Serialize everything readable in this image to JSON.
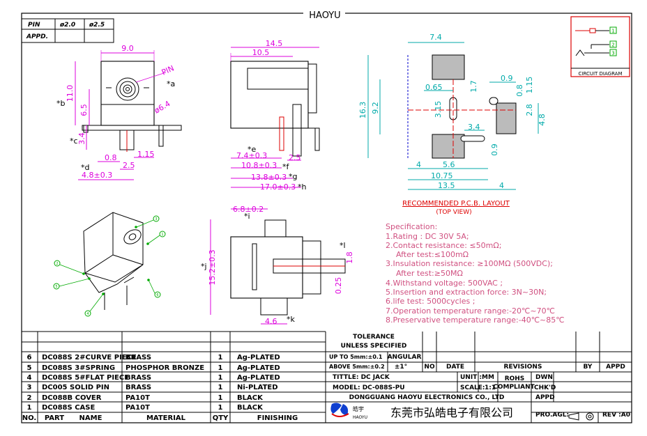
{
  "header": {
    "brand": "HAOYU"
  },
  "pin_table": {
    "pin_label": "PIN",
    "col1": "ø2.0",
    "col2": "ø2.5",
    "appd_label": "APPD."
  },
  "circuit": {
    "label": "CIRCUIT DIAGRAM",
    "pin1": "1",
    "pin2": "2",
    "pin3": "3"
  },
  "front_view": {
    "dim_width": "9.0",
    "dim_height": "11.0",
    "dim_center": "6.5",
    "dim_pin_len": "3.4",
    "dim_dia": "ø6.4",
    "pin_label": "PIN",
    "mark_a": "*a",
    "mark_b": "*b",
    "mark_c": "*c",
    "mark_d": "*d",
    "dim_0_8": "0.8",
    "dim_1_15": "1.15",
    "dim_2_5": "2.5",
    "dim_4_8": "4.8±0.3"
  },
  "side_view": {
    "dim_14_5": "14.5",
    "dim_10_5": "10.5",
    "mark_e": "*e",
    "dim_7_4": "7.4±0.3",
    "dim_2_5": "2.5",
    "dim_10_8": "10.8±0.3",
    "mark_f": "*f",
    "dim_13_8": "13.8±0.3",
    "mark_g": "*g",
    "dim_17_0": "17.0±0.3",
    "mark_h": "*h"
  },
  "pcb": {
    "dim_7_4": "7.4",
    "dim_16_3": "16.3",
    "dim_9_2": "9.2",
    "dim_0_65": "0.65",
    "dim_3_15": "3.15",
    "dim_1_7": "1.7",
    "dim_0_9_top": "0.9",
    "dim_0_8": "0.8",
    "dim_1_15": "1.15",
    "dim_2_8": "2.8",
    "dim_4_8": "4.8",
    "dim_3_4": "3.4",
    "dim_0_9_side": "0.9",
    "dim_4_left": "4",
    "dim_5_6": "5.6",
    "dim_10_75": "10.75",
    "dim_13_5": "13.5",
    "dim_4_right": "4",
    "caption": "RECOMMENDED P.C.B. LAYOUT",
    "subcaption": "(TOP VIEW)"
  },
  "iso": {
    "label_1": "1",
    "label_2": "2",
    "label_3": "3",
    "label_4": "4",
    "label_5": "5",
    "label_6": "6"
  },
  "bottom_view": {
    "dim_6_8": "6.8±0.2",
    "mark_i": "*i",
    "dim_15_2": "15.2±0.3",
    "mark_j": "*j",
    "dim_1_8": "1.8",
    "mark_l": "*l",
    "dim_0_25": "0.25",
    "dim_4_6": "4.6",
    "mark_k": "*k"
  },
  "spec": {
    "title": "Specification:",
    "lines": [
      "1.Rating : DC 30V 5A;",
      "2.Contact resistance: ≤50mΩ;",
      "After test:≤100mΩ",
      "3.Insulation resistance: ≥100MΩ (500VDC);",
      "After test:≥50MΩ",
      "4.Withstand voltage: 500VAC ;",
      "5.Insertion and extraction force: 3N~30N;",
      "6.life test: 5000cycles ;",
      "7.Operation temperature range:-20℃~70℃",
      "8.Preservative temperature range:-40℃~85℃"
    ]
  },
  "bom": {
    "header": {
      "no": "NO.",
      "part": "PART",
      "name": "NAME",
      "material": "MATERIAL",
      "qty": "QTY",
      "finishing": "FINISHING"
    },
    "rows": [
      {
        "no": "6",
        "part": "DC088S 2#CURVE PIECE",
        "material": "BRASS",
        "qty": "1",
        "finishing": "Ag-PLATED"
      },
      {
        "no": "5",
        "part": "DC088S 3#SPRING",
        "material": "PHOSPHOR BRONZE",
        "qty": "1",
        "finishing": "Ag-PLATED"
      },
      {
        "no": "4",
        "part": "DC088S 5#FLAT PIECE",
        "material": "BRASS",
        "qty": "1",
        "finishing": "Ag-PLATED"
      },
      {
        "no": "3",
        "part": "DC005 SOLID PIN",
        "material": "BRASS",
        "qty": "1",
        "finishing": "Ni-PLATED"
      },
      {
        "no": "2",
        "part": "DC088B COVER",
        "material": "PA10T",
        "qty": "1",
        "finishing": "BLACK"
      },
      {
        "no": "1",
        "part": "DC088S CASE",
        "material": "PA10T",
        "qty": "1",
        "finishing": "BLACK"
      }
    ]
  },
  "tolerance": {
    "title": "TOLERANCE",
    "subtitle": "UNLESS  SPECIFIED",
    "row1": "UP TO 5mm:±0.1",
    "row2": "ABOVE 5mm:±0.2",
    "angular_label": "ANGULAR",
    "angular_value": "±1°"
  },
  "revision": {
    "no": "NO",
    "date": "DATE",
    "revisions": "REVISIONS",
    "by": "BY",
    "appd": "APPD"
  },
  "title_block": {
    "title": "TITTLE: DC JACK",
    "unit_label": "UNIT :",
    "unit_value": "MM",
    "rohs_1": "ROHS",
    "rohs_2": "COMPLIANT",
    "dwn": "DWN",
    "model": "MODEL: DC-088S-PU",
    "scale_label": "SCALE:",
    "scale_value": "1:1",
    "chkd": "CHK'D",
    "company_en": "DONGGUANG HAOYU ELECTRONICS CO., LTD",
    "appd": "APPD",
    "company_cn": "东莞市弘皓电子有限公司",
    "logo_cn": "皓宇",
    "logo_en": "HAOYU",
    "pro_agl": "PRO.AGL:",
    "rev": "REV :A0"
  }
}
